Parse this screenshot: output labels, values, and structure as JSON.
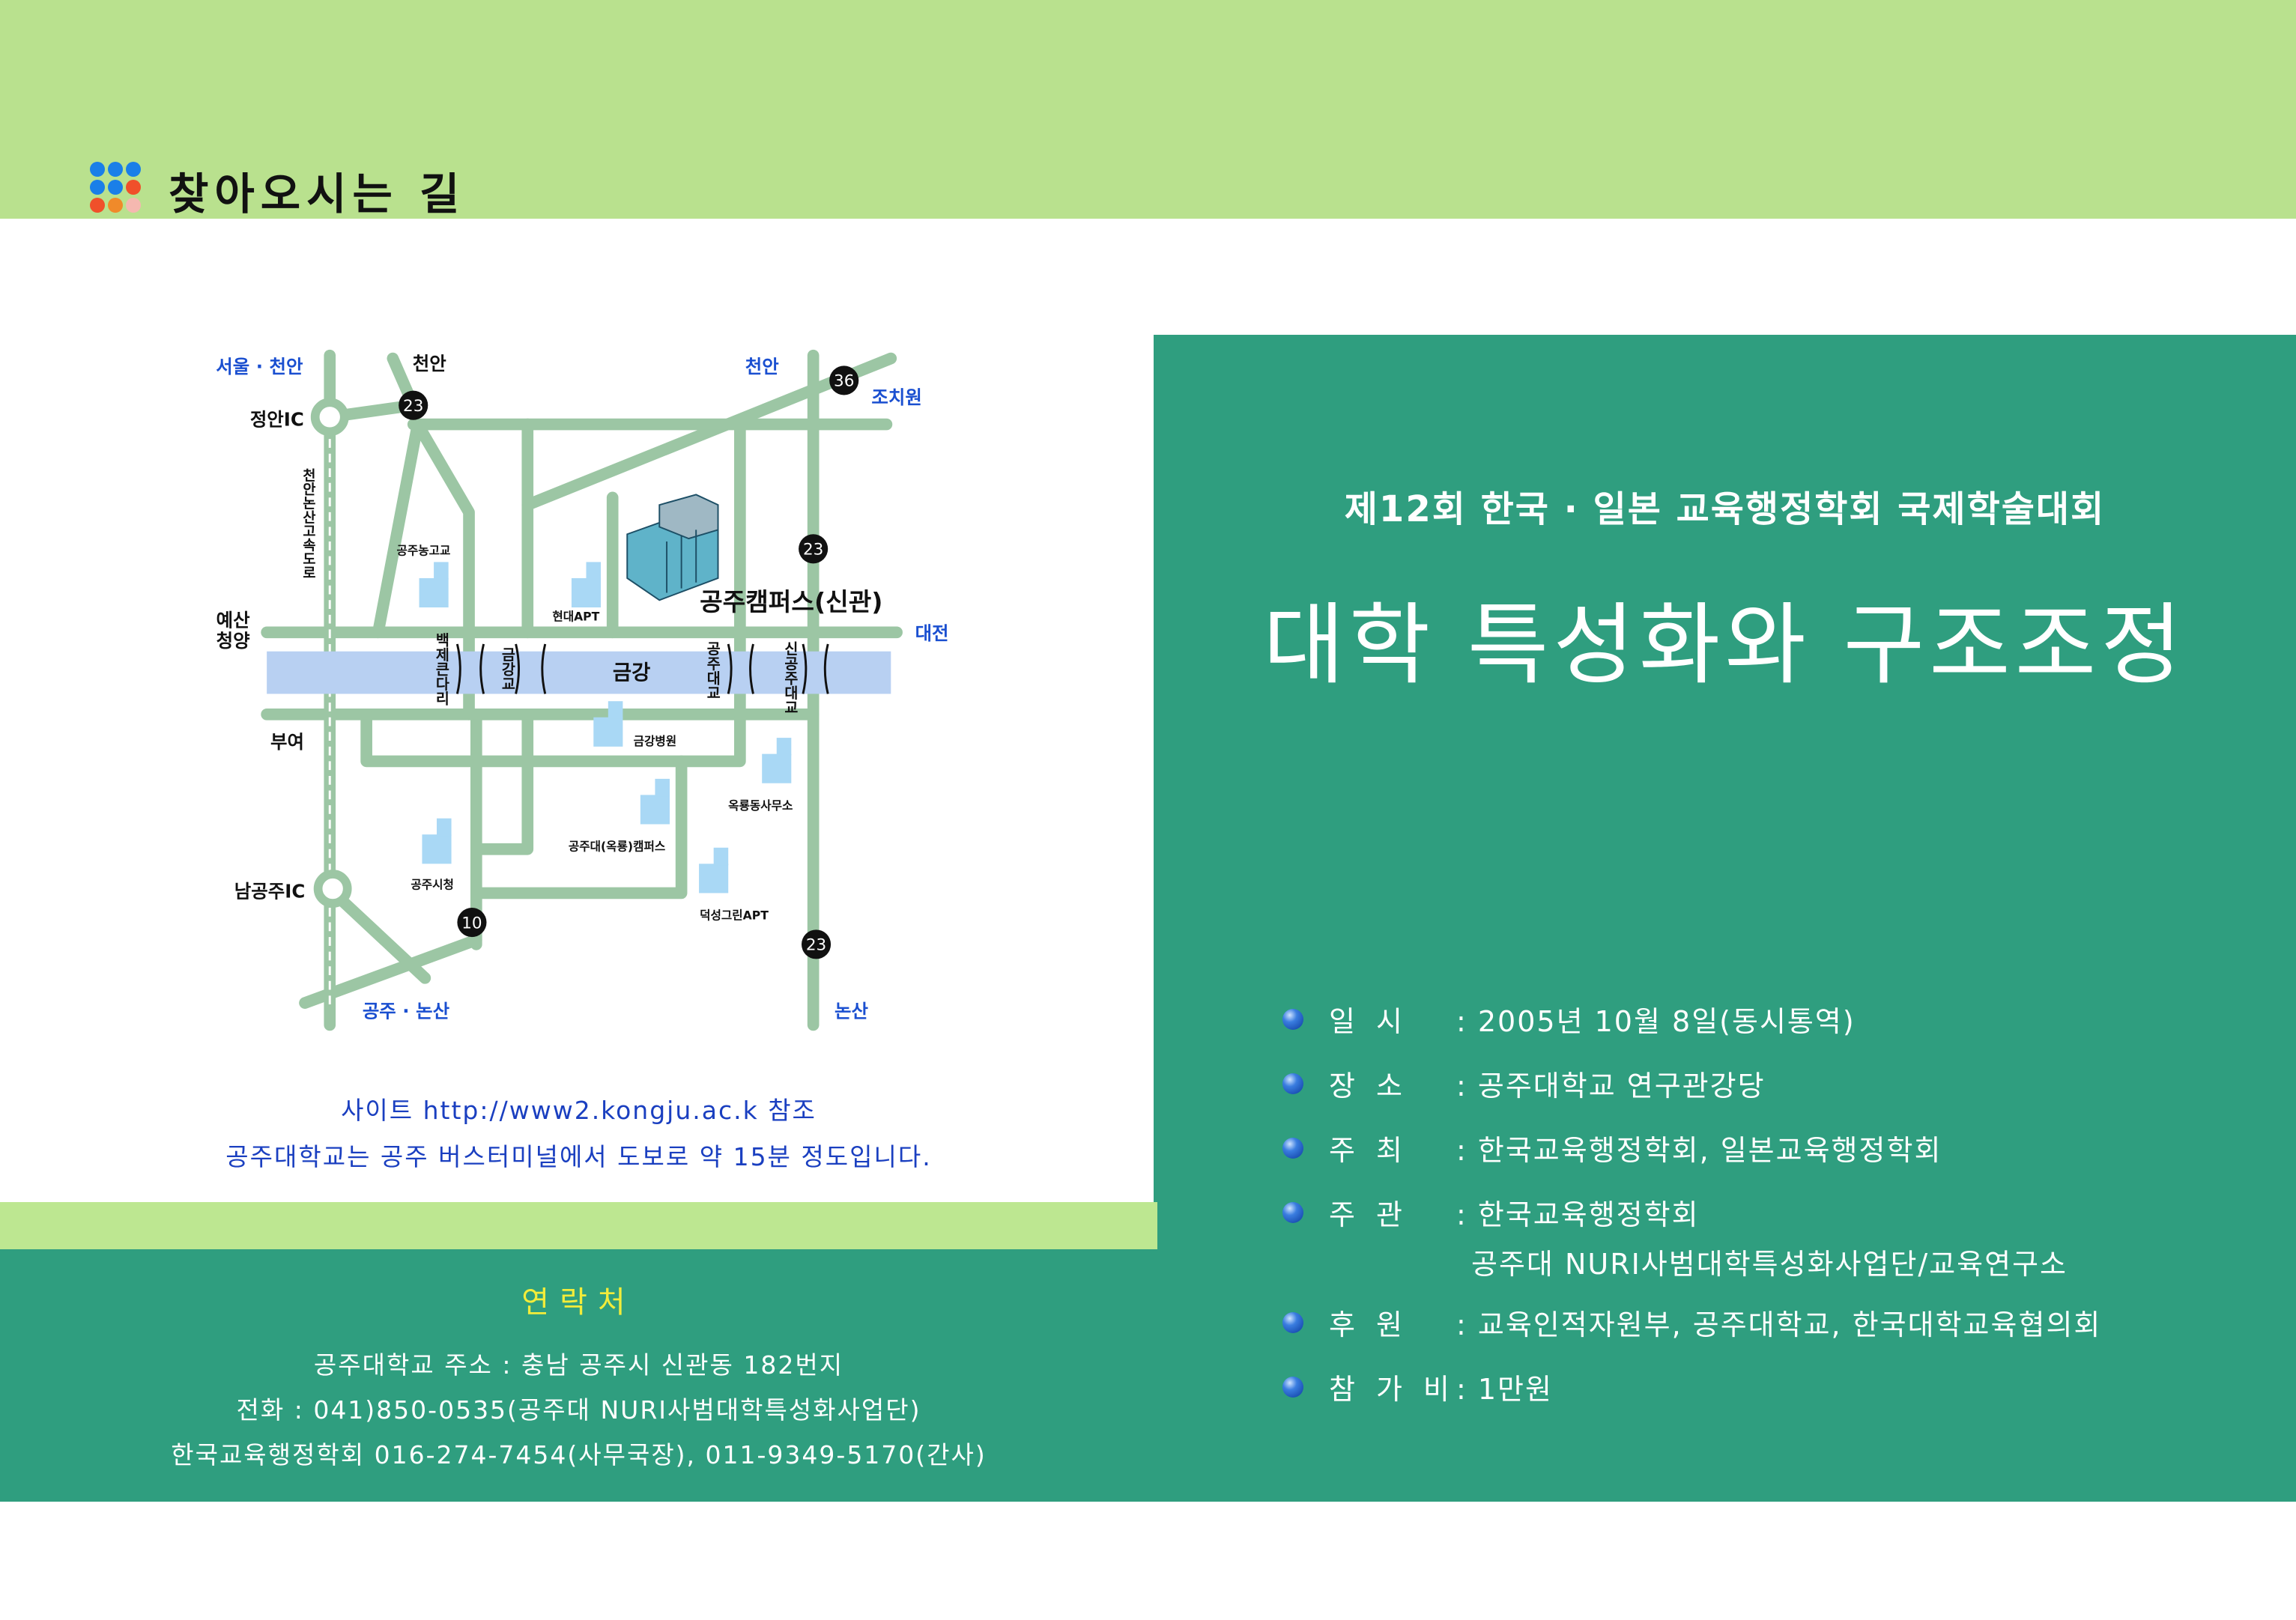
{
  "header": {
    "title": "찾아오시는 길",
    "dot_colors": [
      "#1a7fe8",
      "#1a7fe8",
      "#1a7fe8",
      "#1a7fe8",
      "#1a7fe8",
      "#f0502a",
      "#f0502a",
      "#f08a2a",
      "#f5b8b0"
    ]
  },
  "colors": {
    "teal": "#2f9e7f",
    "light_green": "#b9e18e",
    "map_road": "#9cc6a4",
    "river": "#b8d0f2",
    "blue_text": "#1a3fc0",
    "yellow": "#f2ec3a"
  },
  "map": {
    "labels": {
      "seoul_cheonan": "서울 · 천안",
      "cheonan_1": "천안",
      "cheonan_2": "천안",
      "jochiwon": "조치원",
      "jeongan_ic": "정안IC",
      "expressway": "천안논산고속도로",
      "gongju_nonggo": "공주농고교",
      "hyundai_apt": "현대APT",
      "campus": "공주캠퍼스(신관)",
      "yesan": "예산",
      "cheongyang": "청양",
      "daejeon": "대전",
      "baekje_bridge": "백제큰다리",
      "geumgang_bridge": "금강교",
      "geumgang": "금강",
      "gongju_bridge": "공주대교",
      "singongju_bridge": "신공주대교",
      "buyeo": "부여",
      "geumgang_hospital": "금강병원",
      "okryong_office": "옥룡동사무소",
      "okryong_campus": "공주대(옥룡)캠퍼스",
      "city_hall": "공주시청",
      "namgongju_ic": "남공주IC",
      "deoksung_apt": "덕성그린APT",
      "gongju_nonsan": "공주 · 논산",
      "nonsan": "논산"
    },
    "route_markers": [
      "23",
      "36",
      "23",
      "10",
      "23"
    ]
  },
  "directions": {
    "site": "사이트 http://www2.kongju.ac.k 참조",
    "walk": "공주대학교는 공주 버스터미널에서 도보로 약 15분 정도입니다."
  },
  "event": {
    "subtitle": "제12회 한국 · 일본 교육행정학회 국제학술대회",
    "title": "대학 특성화와 구조조정",
    "info": [
      {
        "label": "일시",
        "value": ": 2005년 10월 8일(동시통역)"
      },
      {
        "label": "장소",
        "value": ": 공주대학교 연구관강당"
      },
      {
        "label": "주최",
        "value": ": 한국교육행정학회, 일본교육행정학회"
      },
      {
        "label": "주관",
        "value": ": 한국교육행정학회"
      },
      {
        "label": "",
        "value": "공주대 NURI사범대학특성화사업단/교육연구소"
      },
      {
        "label": "후원",
        "value": ":  교육인적자원부, 공주대학교, 한국대학교육협의회"
      },
      {
        "label": "참가비",
        "value": ":  1만원"
      }
    ]
  },
  "contact": {
    "title": "연락처",
    "lines": [
      "공주대학교  주소 : 충남 공주시 신관동 182번지",
      "전화 : 041)850-0535(공주대 NURI사범대학특성화사업단)",
      "한국교육행정학회 016-274-7454(사무국장), 011-9349-5170(간사)"
    ]
  }
}
